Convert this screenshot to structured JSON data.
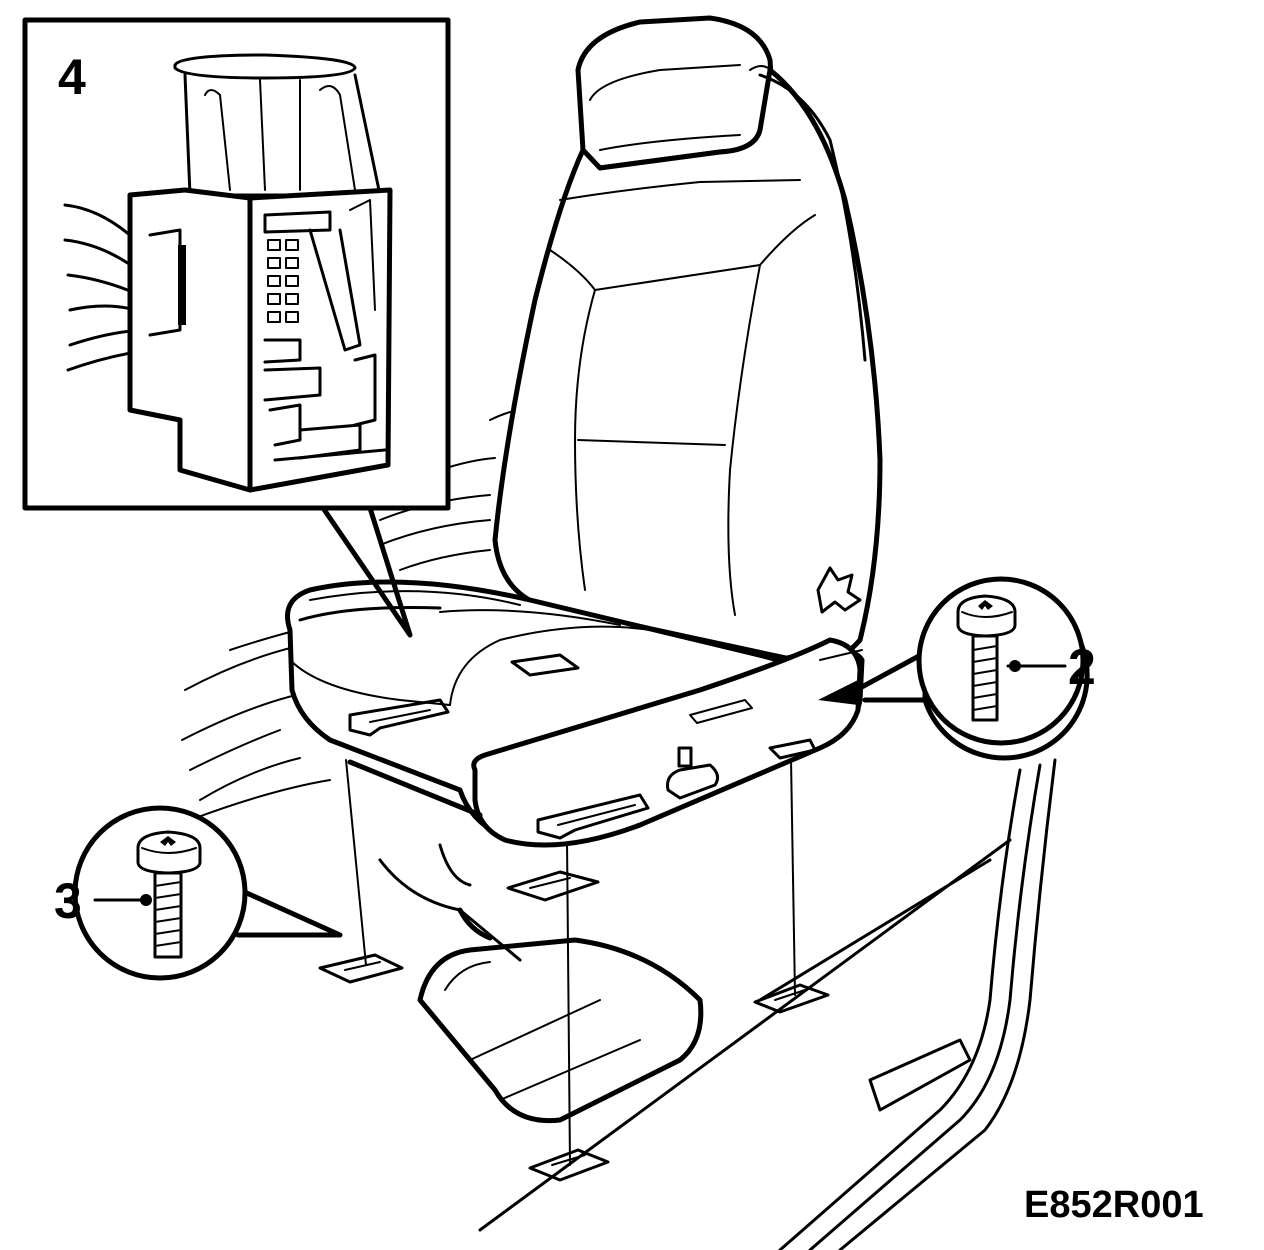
{
  "figure": {
    "reference_code": "E852R001",
    "callouts": [
      {
        "id": "4",
        "label": "4",
        "part": "connector-detail"
      },
      {
        "id": "2",
        "label": "2",
        "part": "front-screw"
      },
      {
        "id": "3",
        "label": "3",
        "part": "rear-screw"
      }
    ],
    "icons": [
      "seat",
      "screw",
      "electrical-connector",
      "floor-rail"
    ],
    "colors": {
      "line": "#000000",
      "background": "#ffffff"
    }
  }
}
